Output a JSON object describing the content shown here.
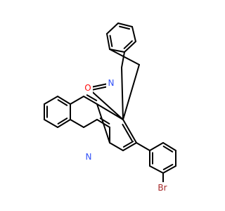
{
  "molecule": {
    "atoms": {
      "oxygen": {
        "text": "O",
        "color": "#ff0d0d"
      },
      "indoline_nitrogen": {
        "text": "N",
        "color": "#3050f8"
      },
      "quinoline_nitrogen": {
        "text": "N",
        "color": "#3050f8"
      },
      "bromine": {
        "text": "Br",
        "color": "#a62929"
      }
    },
    "bond_color": "#000000"
  }
}
